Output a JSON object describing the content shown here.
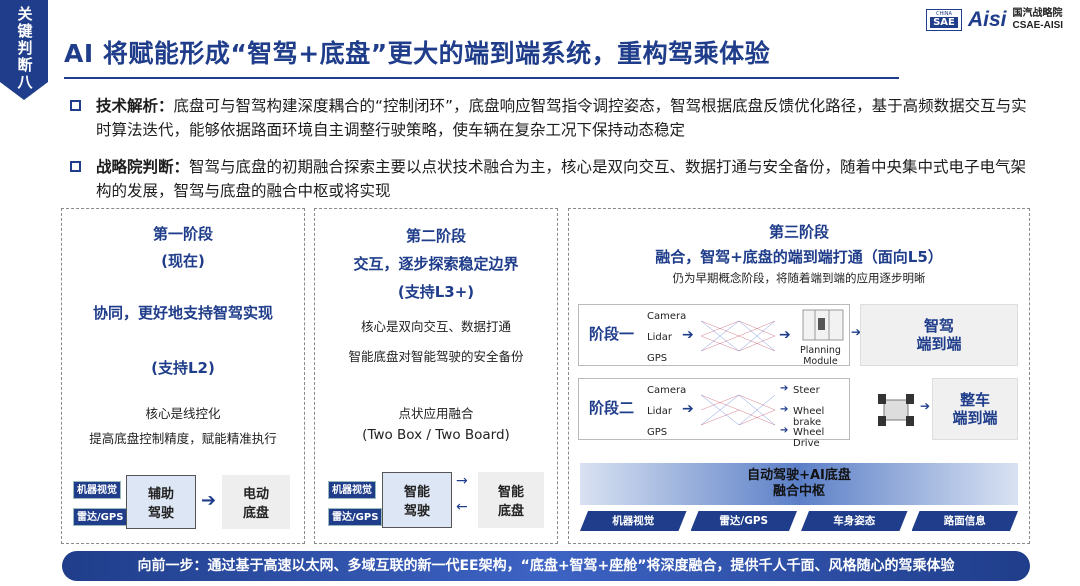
{
  "tag": "关键判断八",
  "title": "AI 将赋能形成“智驾+底盘”更大的端到端系统，重构驾乘体验",
  "logo": {
    "china": "CHINA",
    "sae": "SAE",
    "aisi": "Aisi",
    "cn_name": "国汽战略院",
    "en_name": "CSAE-AISI"
  },
  "bullets": [
    {
      "label": "技术解析：",
      "text": "底盘可与智驾构建深度耦合的“控制闭环”，底盘响应智驾指令调控姿态，智驾根据底盘反馈优化路径，基于高频数据交互与实时算法迭代，能够依据路面环境自主调整行驶策略，使车辆在复杂工况下保持动态稳定"
    },
    {
      "label": "战略院判断：",
      "text": "智驾与底盘的初期融合探索主要以点状技术融合为主，核心是双向交互、数据打通与安全备份，随着中央集中式电子电气架构的发展，智驾与底盘的融合中枢或将实现"
    }
  ],
  "phase1": {
    "title": "第一阶段",
    "sub": "(现在)",
    "headline": "协同，更好地支持智驾实现",
    "support": "(支持L2)",
    "line1": "核心是线控化",
    "line2": "提高底盘控制精度，赋能精准执行",
    "chip1": "机器视觉",
    "chip2": "雷达/GPS",
    "box1": [
      "辅助",
      "驾驶"
    ],
    "box2": [
      "电动",
      "底盘"
    ]
  },
  "phase2": {
    "title": "第二阶段",
    "headline": "交互，逐步探索稳定边界",
    "support": "(支持L3+)",
    "line1": "核心是双向交互、数据打通",
    "line2": "智能底盘对智能驾驶的安全备份",
    "line3": "点状应用融合",
    "line4": "(Two Box / Two Board)",
    "chip1": "机器视觉",
    "chip2": "雷达/GPS",
    "box1": [
      "智能",
      "驾驶"
    ],
    "box2": [
      "智能",
      "底盘"
    ]
  },
  "phase3": {
    "title": "第三阶段",
    "headline": "融合，智驾+底盘的端到端打通（面向L5）",
    "note": "仍为早期概念阶段，将随着端到端的应用逐步明晰",
    "row1": {
      "label": "阶段一",
      "inputs": [
        "Camera",
        "Lidar",
        "GPS"
      ],
      "module": [
        "Planning",
        "Module"
      ],
      "out": [
        "智驾",
        "端到端"
      ]
    },
    "row2": {
      "label": "阶段二",
      "inputs": [
        "Camera",
        "Lidar",
        "GPS"
      ],
      "outputs": [
        "Steer",
        "Wheel brake",
        "Wheel Drive"
      ],
      "out": [
        "整车",
        "端到端"
      ]
    },
    "fusion": [
      "自动驾驶+AI底盘",
      "融合中枢"
    ],
    "tags": [
      "机器视觉",
      "雷达/GPS",
      "车身姿态",
      "路面信息"
    ]
  },
  "footer": "向前一步：通过基于高速以太网、多域互联的新一代EE架构，“底盘+智驾+座舱”将深度融合，提供千人千面、风格随心的驾乘体验"
}
